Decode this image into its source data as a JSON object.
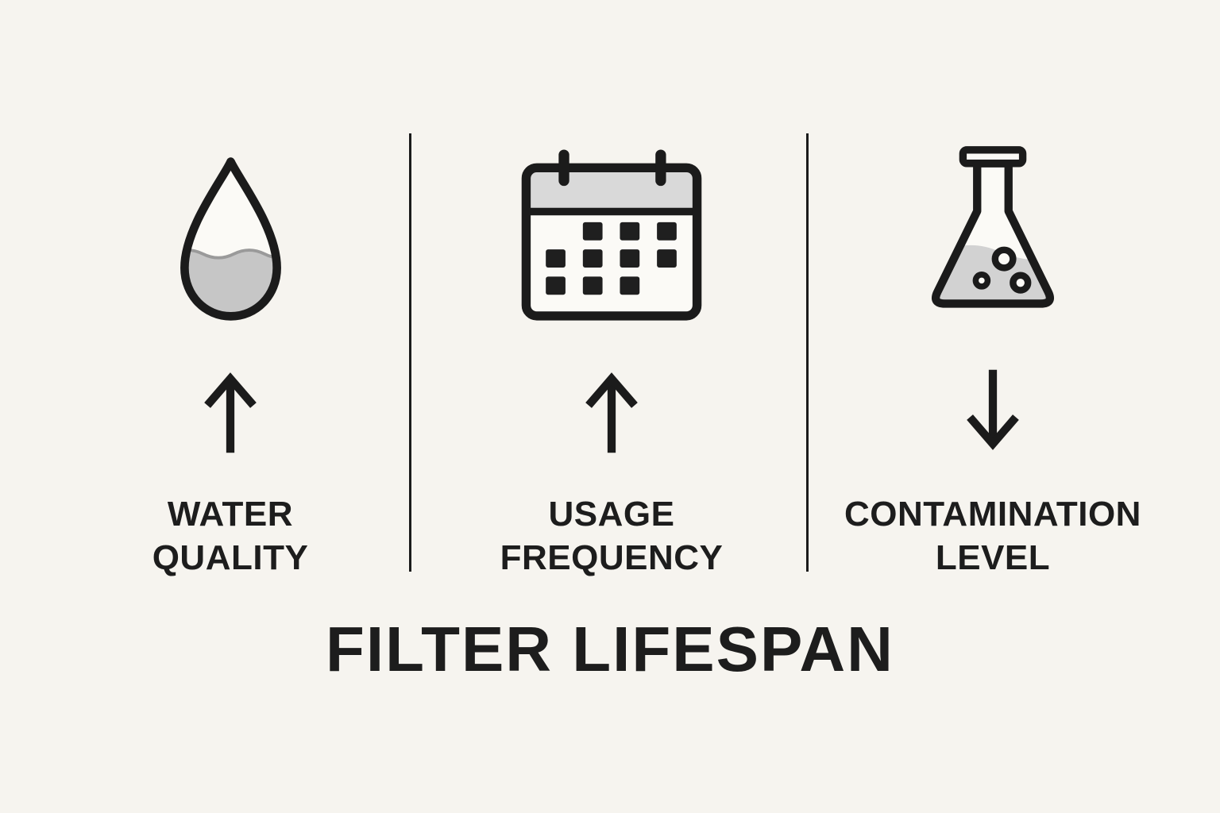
{
  "title": "FILTER LIFESPAN",
  "columns": [
    {
      "id": "water-quality",
      "icon": "water-drop-icon",
      "arrow_direction": "up",
      "label_lines": [
        "WATER",
        "QUALITY"
      ]
    },
    {
      "id": "usage-frequency",
      "icon": "calendar-icon",
      "arrow_direction": "up",
      "label_lines": [
        "USAGE",
        "FREQUENCY"
      ]
    },
    {
      "id": "contamination-level",
      "icon": "flask-icon",
      "arrow_direction": "down",
      "label_lines": [
        "CONTAMINATION",
        "LEVEL"
      ]
    }
  ],
  "colors": {
    "background": "#f6f4ef",
    "ink": "#1b1b1b",
    "gray_fill": "#cccccc",
    "light_gray_fill": "#dadada",
    "surface": "#fbfaf6"
  }
}
